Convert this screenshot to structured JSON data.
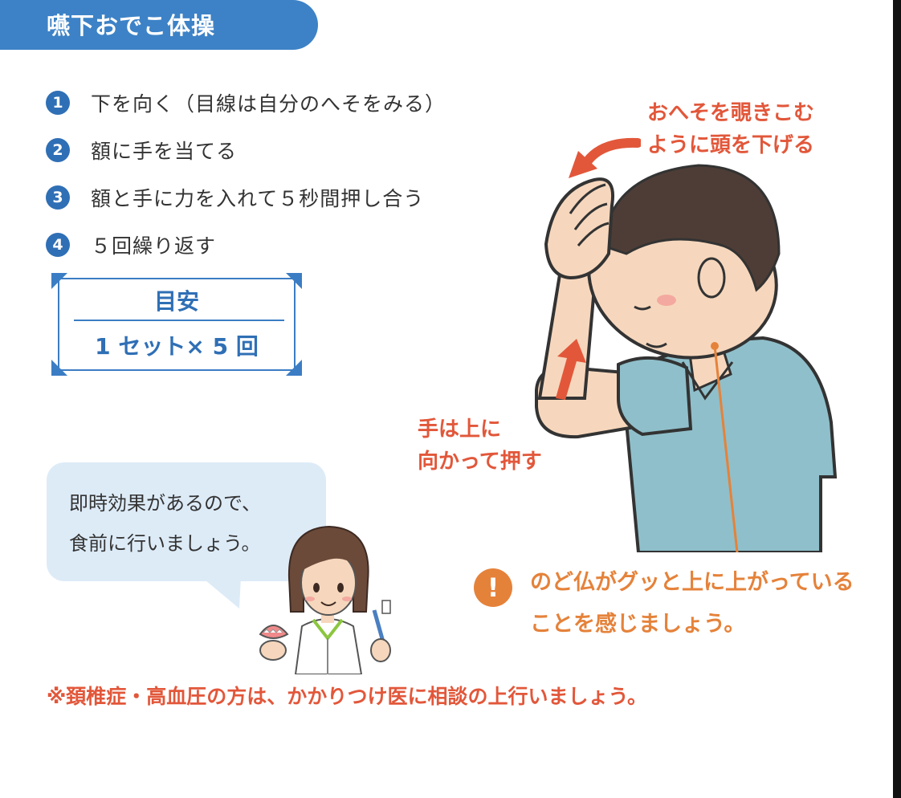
{
  "header": {
    "title": "嚥下おでこ体操"
  },
  "steps": [
    {
      "num": "1",
      "text": "下を向く（目線は自分のへそをみる）"
    },
    {
      "num": "2",
      "text": "額に手を当てる"
    },
    {
      "num": "3",
      "text": "額と手に力を入れて５秒間押し合う"
    },
    {
      "num": "4",
      "text": "５回繰り返す"
    }
  ],
  "guide": {
    "label": "目安",
    "value": "1 セット× 5 回"
  },
  "bubble": {
    "line1": "即時効果があるので、",
    "line2": "食前に行いましょう。"
  },
  "annotations": {
    "lean_line1": "おへそを覗きこむ",
    "lean_line2": "ように頭を下げる",
    "push_line1": "手は上に",
    "push_line2": "向かって押す",
    "alert_mark": "!",
    "alert_line1": "のど仏がグッと上に上がっている",
    "alert_line2": "ことを感じましょう。"
  },
  "footnote": "※頚椎症・高血圧の方は、かかりつけ医に相談の上行いましょう。",
  "colors": {
    "brand_blue": "#3d82c6",
    "number_blue": "#2f6fb5",
    "accent_red": "#e2573a",
    "accent_orange": "#e5823a",
    "bubble_bg": "#ddebf7",
    "shirt": "#8fbfca",
    "skin": "#f6d7bd",
    "hair": "#4e3d36"
  },
  "icons": {
    "step_marker": "numbered-circle",
    "alert": "exclamation-circle",
    "direction": "curved-arrow-left"
  }
}
